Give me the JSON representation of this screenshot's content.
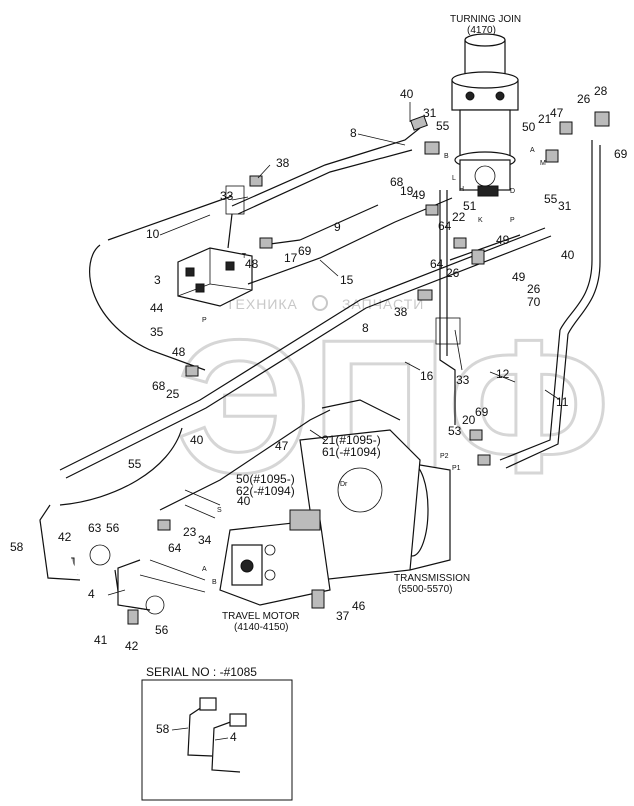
{
  "watermark": {
    "brand": "ТЕХНИКА",
    "brand2": "ЗАПЧАСТИ",
    "logo": "ЭПФ"
  },
  "components": {
    "turning_joint": {
      "name": "TURNING JOIN",
      "code": "(4170)"
    },
    "transmission": {
      "name": "TRANSMISSION",
      "code": "(5500-5570)"
    },
    "travel_motor": {
      "name": "TRAVEL MOTOR",
      "code": "(4140-4150)"
    }
  },
  "inset": {
    "title": "SERIAL NO : -#1085",
    "parts": [
      "58",
      "4"
    ]
  },
  "ports": [
    "A",
    "M",
    "B",
    "L",
    "H",
    "D",
    "K",
    "P",
    "T",
    "P",
    "P2",
    "P1",
    "Dr",
    "S",
    "A",
    "B"
  ],
  "callouts": [
    "40",
    "31",
    "55",
    "47",
    "26",
    "28",
    "8",
    "50",
    "21",
    "69",
    "38",
    "33",
    "68",
    "19",
    "49",
    "55",
    "31",
    "51",
    "64",
    "22",
    "9",
    "10",
    "48",
    "17",
    "69",
    "64",
    "26",
    "3",
    "15",
    "8",
    "49",
    "26",
    "70",
    "44",
    "38",
    "35",
    "12",
    "48",
    "16",
    "33",
    "68",
    "25",
    "11",
    "69",
    "20",
    "53",
    "40",
    "47",
    "21(#1095-)",
    "61(-#1094)",
    "55",
    "50(#1095-)",
    "62(-#1094)",
    "40",
    "63",
    "56",
    "23",
    "34",
    "58",
    "42",
    "64",
    "4",
    "46",
    "37",
    "41",
    "42",
    "56",
    "49",
    "40"
  ]
}
